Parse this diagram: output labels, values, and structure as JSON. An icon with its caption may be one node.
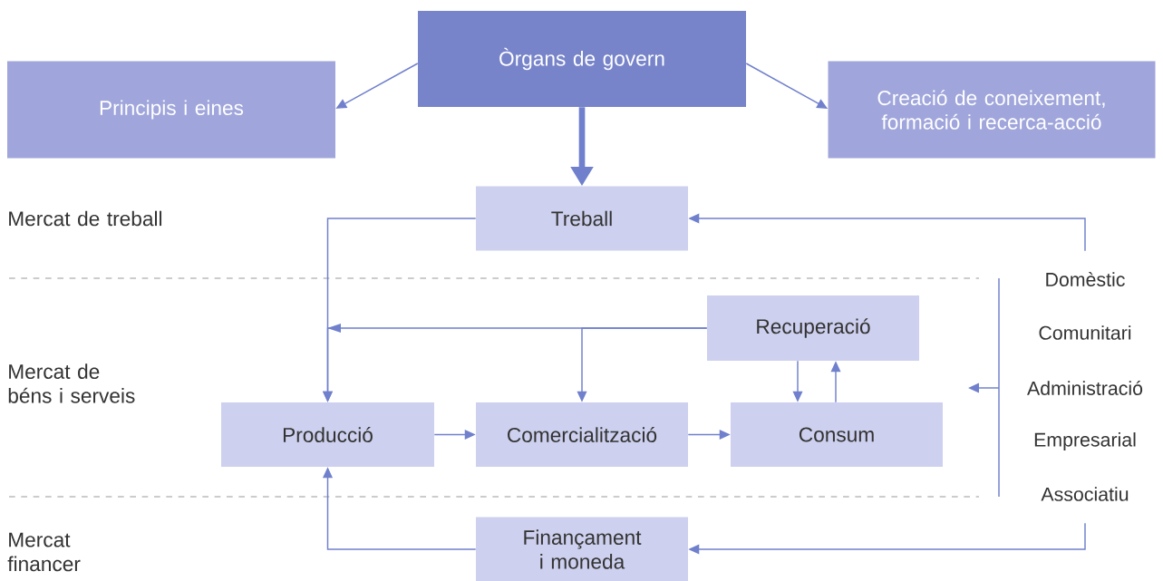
{
  "diagram": {
    "nodes": [
      {
        "text": [
          "Òrgans de govern"
        ]
      },
      {
        "text": [
          "Principis i eines"
        ]
      },
      {
        "text": [
          "Creació de coneixement, formació i recerca-acció"
        ]
      },
      {
        "text": [
          "Treball"
        ]
      },
      {
        "text": [
          "Recuperació"
        ]
      },
      {
        "text": [
          "Producció"
        ]
      },
      {
        "text": [
          "Comercialització"
        ]
      },
      {
        "text": [
          "Consum"
        ]
      },
      {
        "text": [
          "Finançament i moneda"
        ]
      },
      {
        "text": [
          "Domèstic",
          "Comunitari",
          "Administració",
          "Empresarial",
          "Associatiu"
        ]
      }
    ],
    "edges": [
      {
        "from": 0,
        "to": 1,
        "arrow": "to"
      },
      {
        "from": 0,
        "to": 2,
        "arrow": "to"
      },
      {
        "from": 0,
        "to": 3,
        "arrow": "to",
        "style": "thick"
      },
      {
        "from": 3,
        "to": 5,
        "arrow": "to"
      },
      {
        "from": 4,
        "to": 5,
        "arrow": "to"
      },
      {
        "from": 4,
        "to": 6,
        "arrow": "to"
      },
      {
        "from": 5,
        "to": 6,
        "arrow": "to"
      },
      {
        "from": 6,
        "to": 7,
        "arrow": "to"
      },
      {
        "from": 4,
        "to": 7,
        "arrow": "to"
      },
      {
        "from": 7,
        "to": 4,
        "arrow": "to"
      },
      {
        "from": 8,
        "to": 5,
        "arrow": "to"
      },
      {
        "from": 9,
        "to": 3,
        "arrow": "to"
      },
      {
        "from": 9,
        "to": 8,
        "arrow": "to"
      },
      {
        "from": 9,
        "to": null,
        "arrow": "to"
      }
    ],
    "labels": [
      "Mercat de treball",
      "Mercat de béns i serveis",
      "Mercat financer"
    ]
  }
}
